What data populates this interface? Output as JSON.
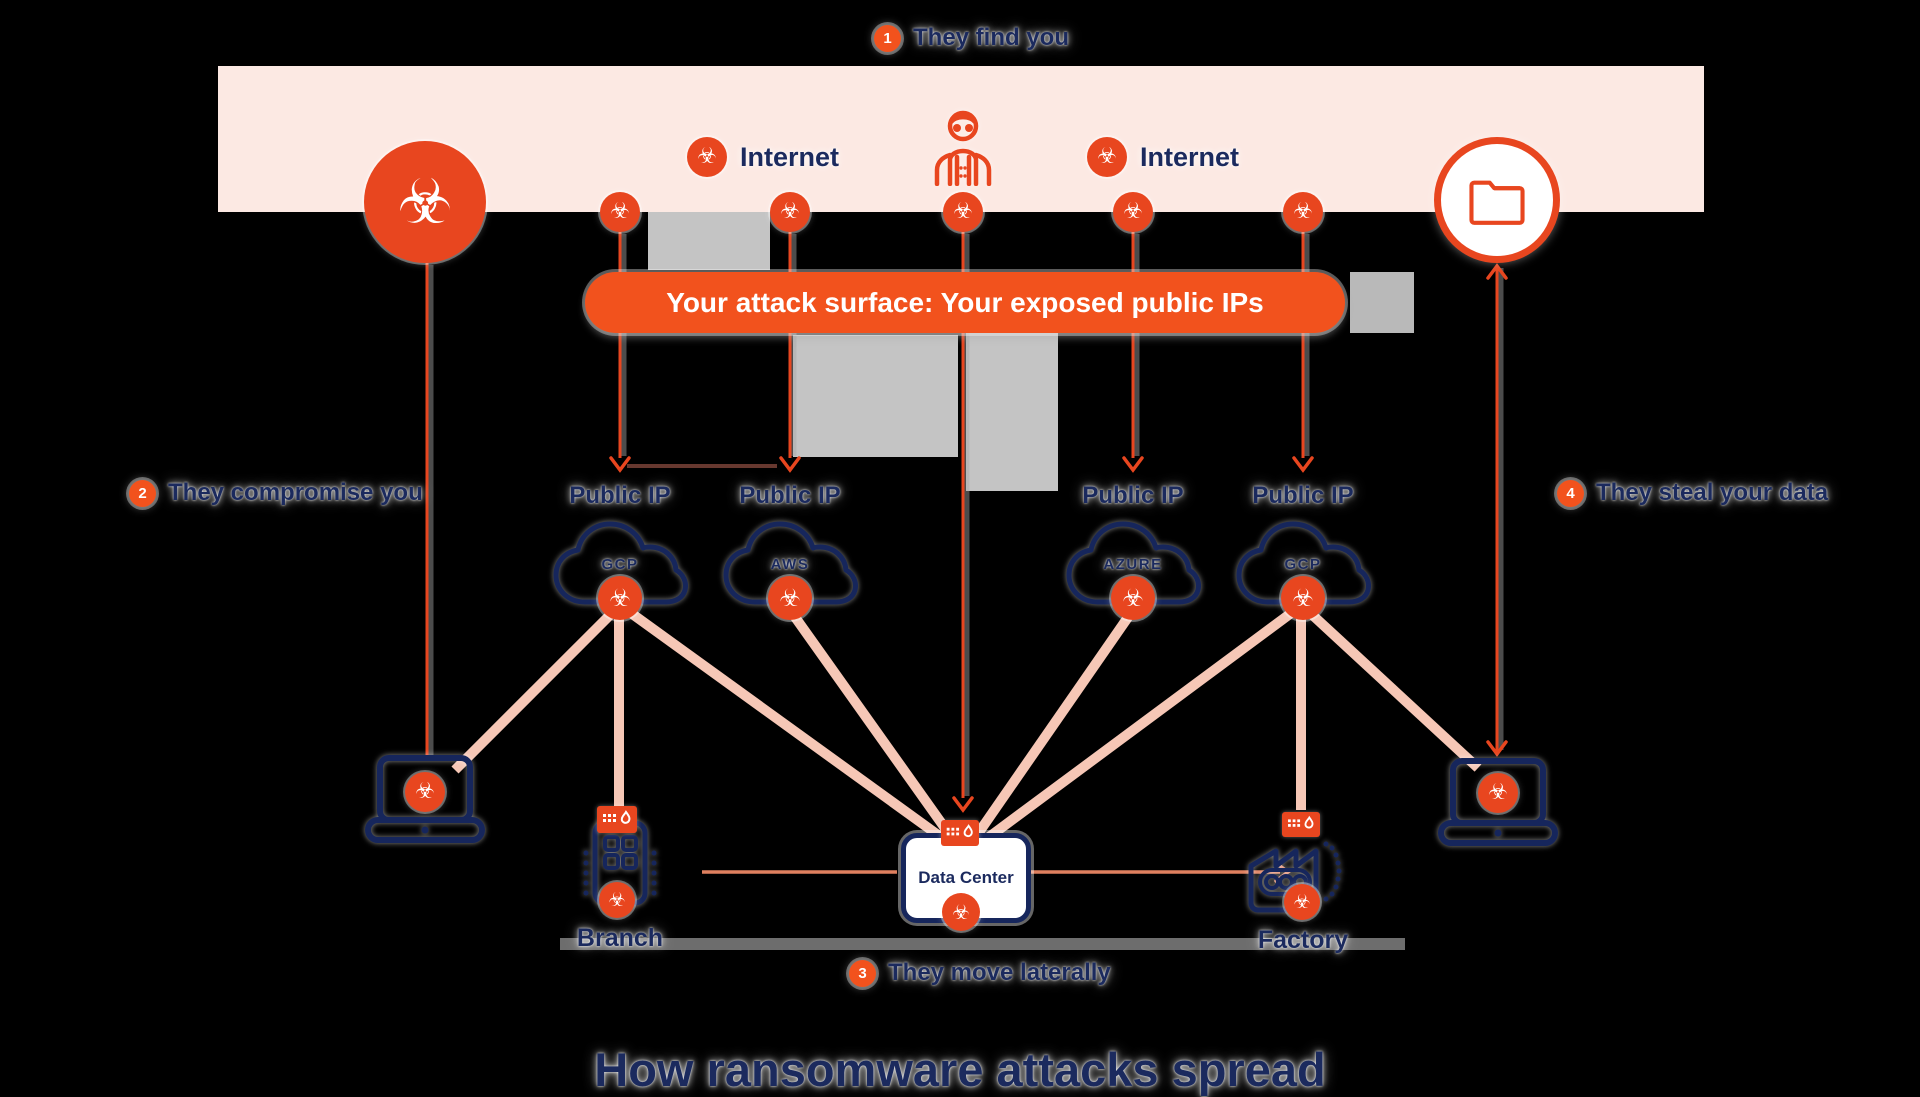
{
  "title": "How ransomware attacks spread",
  "steps": {
    "one": {
      "num": "1",
      "label": "They find you"
    },
    "two": {
      "num": "2",
      "label": "They compromise you"
    },
    "three": {
      "num": "3",
      "label": "They move laterally"
    },
    "four": {
      "num": "4",
      "label": "They steal your data"
    }
  },
  "internet": {
    "left": "Internet",
    "right": "Internet"
  },
  "attack_surface": "Your attack surface: Your exposed public IPs",
  "clouds": [
    {
      "label": "Public IP",
      "provider": "GCP"
    },
    {
      "label": "Public IP",
      "provider": "AWS"
    },
    {
      "label": "Public IP",
      "provider": "AZURE"
    },
    {
      "label": "Public IP",
      "provider": "GCP"
    }
  ],
  "sites": {
    "branch": "Branch",
    "data_center": "Data Center",
    "factory": "Factory"
  },
  "icons": {
    "biohazard": "☣"
  },
  "colors": {
    "orange": "#e8461f",
    "pill_orange": "#f2521d",
    "navy": "#1b2a5e",
    "band_pink": "#fce9e3",
    "salmon": "#f6c7b6",
    "lateral_line": "#df805f",
    "white": "#ffffff"
  }
}
